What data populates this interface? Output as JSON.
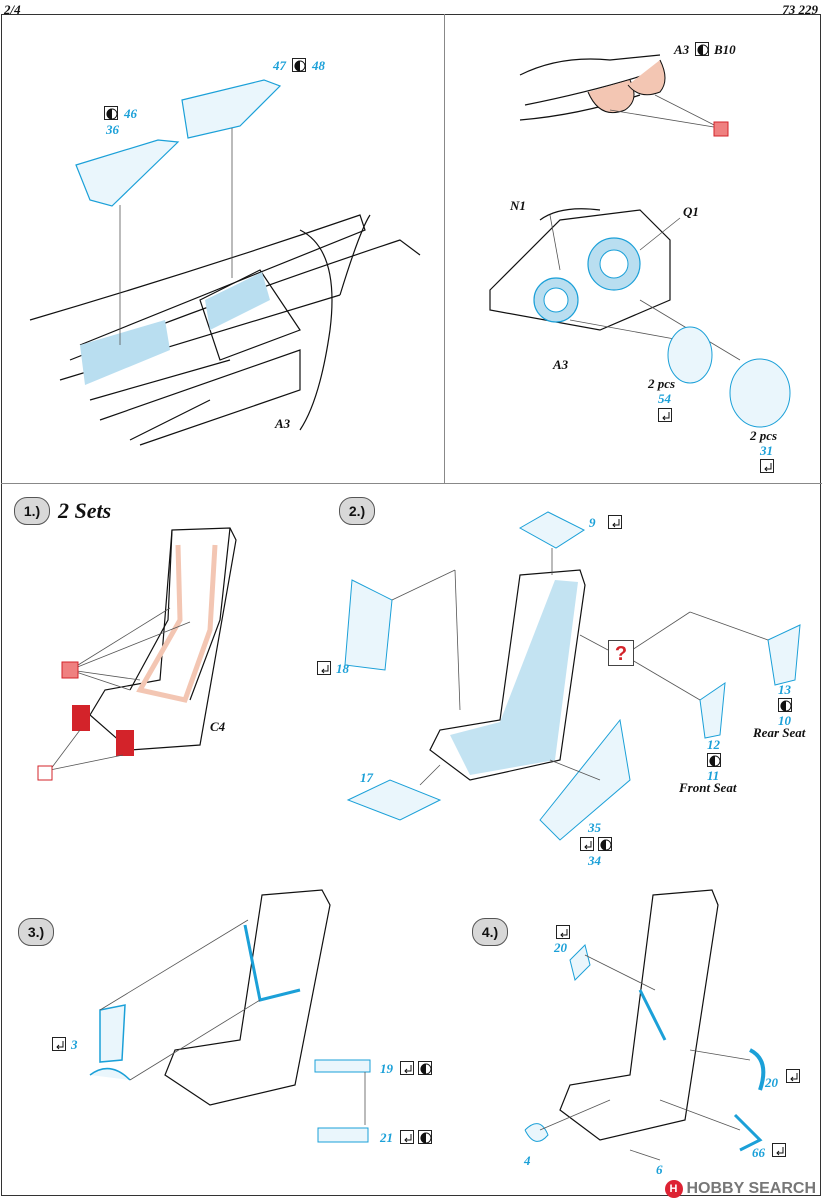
{
  "page": {
    "left": "2/4",
    "right": "73 229"
  },
  "p1": {
    "n46": "46",
    "n36": "36",
    "n47": "47",
    "n48": "48",
    "a3": "A3"
  },
  "p2": {
    "a3": "A3",
    "b10": "B10"
  },
  "p3": {
    "n1": "N1",
    "q1": "Q1",
    "a3": "A3",
    "pcs1": "2 pcs",
    "n54": "54",
    "pcs2": "2 pcs",
    "n31": "31"
  },
  "step1": {
    "label": "1.)",
    "sets": "2 Sets",
    "c4": "C4"
  },
  "step2": {
    "label": "2.)",
    "n9": "9",
    "n18": "18",
    "n13": "13",
    "n10": "10",
    "rear": "Rear Seat",
    "n12": "12",
    "n11": "11",
    "front": "Front Seat",
    "n17": "17",
    "n35": "35",
    "n34": "34",
    "q": "?"
  },
  "step3": {
    "label": "3.)",
    "n3": "3",
    "n19": "19",
    "n21": "21"
  },
  "step4": {
    "label": "4.)",
    "n20a": "20",
    "n20b": "20",
    "n4": "4",
    "n66": "66",
    "n6": "6"
  },
  "watermark": {
    "logo": "H",
    "text": "HOBBY SEARCH"
  },
  "icons": {
    "bend": "bend-icon",
    "flip": "flip-side-icon",
    "paint_red": "paint-red-icon",
    "remove": "remove-part-icon"
  },
  "colors": {
    "etch": "#1ba0d8",
    "etchFill": "#b9def0",
    "red": "#d3232a",
    "skin": "#f3c6b3"
  }
}
